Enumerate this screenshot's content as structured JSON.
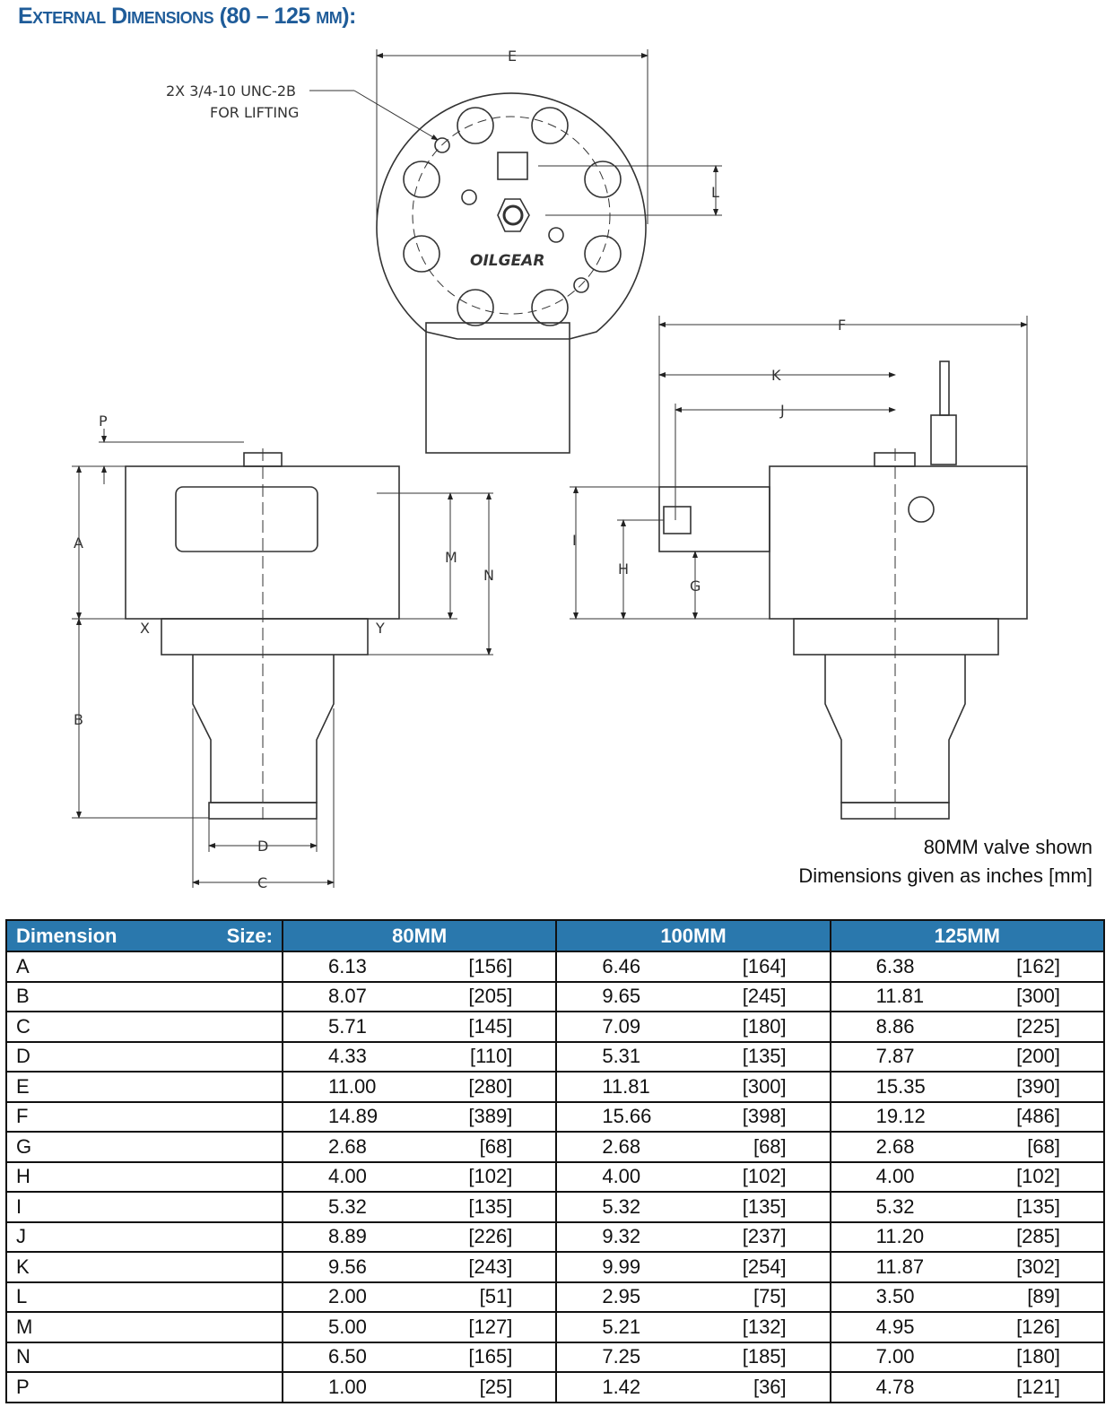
{
  "title": "External Dimensions (80 – 125 mm):",
  "drawing": {
    "callout_line1": "2X  3/4-10 UNC-2B",
    "callout_line2": "FOR LIFTING",
    "logo": "OILGEAR",
    "labels": {
      "E": "E",
      "F": "F",
      "K": "K",
      "J": "J",
      "L": "L",
      "P": "P",
      "A": "A",
      "B": "B",
      "M": "M",
      "N": "N",
      "X": "X",
      "Y": "Y",
      "D": "D",
      "C": "C",
      "I": "I",
      "H": "H",
      "G": "G"
    }
  },
  "notes": {
    "line1": "80MM valve shown",
    "line2": "Dimensions given as inches [mm]"
  },
  "table": {
    "header": {
      "dimension": "Dimension",
      "size": "Size:",
      "sizes": [
        "80MM",
        "100MM",
        "125MM"
      ]
    },
    "rows": [
      {
        "dim": "A",
        "v": [
          [
            "6.13",
            "[156]"
          ],
          [
            "6.46",
            "[164]"
          ],
          [
            "6.38",
            "[162]"
          ]
        ]
      },
      {
        "dim": "B",
        "v": [
          [
            "8.07",
            "[205]"
          ],
          [
            "9.65",
            "[245]"
          ],
          [
            "11.81",
            "[300]"
          ]
        ]
      },
      {
        "dim": "C",
        "v": [
          [
            "5.71",
            "[145]"
          ],
          [
            "7.09",
            "[180]"
          ],
          [
            "8.86",
            "[225]"
          ]
        ]
      },
      {
        "dim": "D",
        "v": [
          [
            "4.33",
            "[110]"
          ],
          [
            "5.31",
            "[135]"
          ],
          [
            "7.87",
            "[200]"
          ]
        ]
      },
      {
        "dim": "E",
        "v": [
          [
            "11.00",
            "[280]"
          ],
          [
            "11.81",
            "[300]"
          ],
          [
            "15.35",
            "[390]"
          ]
        ]
      },
      {
        "dim": "F",
        "v": [
          [
            "14.89",
            "[389]"
          ],
          [
            "15.66",
            "[398]"
          ],
          [
            "19.12",
            "[486]"
          ]
        ]
      },
      {
        "dim": "G",
        "v": [
          [
            "2.68",
            "[68]"
          ],
          [
            "2.68",
            "[68]"
          ],
          [
            "2.68",
            "[68]"
          ]
        ]
      },
      {
        "dim": "H",
        "v": [
          [
            "4.00",
            "[102]"
          ],
          [
            "4.00",
            "[102]"
          ],
          [
            "4.00",
            "[102]"
          ]
        ]
      },
      {
        "dim": "I",
        "v": [
          [
            "5.32",
            "[135]"
          ],
          [
            "5.32",
            "[135]"
          ],
          [
            "5.32",
            "[135]"
          ]
        ]
      },
      {
        "dim": "J",
        "v": [
          [
            "8.89",
            "[226]"
          ],
          [
            "9.32",
            "[237]"
          ],
          [
            "11.20",
            "[285]"
          ]
        ]
      },
      {
        "dim": "K",
        "v": [
          [
            "9.56",
            "[243]"
          ],
          [
            "9.99",
            "[254]"
          ],
          [
            "11.87",
            "[302]"
          ]
        ]
      },
      {
        "dim": "L",
        "v": [
          [
            "2.00",
            "[51]"
          ],
          [
            "2.95",
            "[75]"
          ],
          [
            "3.50",
            "[89]"
          ]
        ]
      },
      {
        "dim": "M",
        "v": [
          [
            "5.00",
            "[127]"
          ],
          [
            "5.21",
            "[132]"
          ],
          [
            "4.95",
            "[126]"
          ]
        ]
      },
      {
        "dim": "N",
        "v": [
          [
            "6.50",
            "[165]"
          ],
          [
            "7.25",
            "[185]"
          ],
          [
            "7.00",
            "[180]"
          ]
        ]
      },
      {
        "dim": "P",
        "v": [
          [
            "1.00",
            "[25]"
          ],
          [
            "1.42",
            "[36]"
          ],
          [
            "4.78",
            "[121]"
          ]
        ]
      }
    ]
  }
}
